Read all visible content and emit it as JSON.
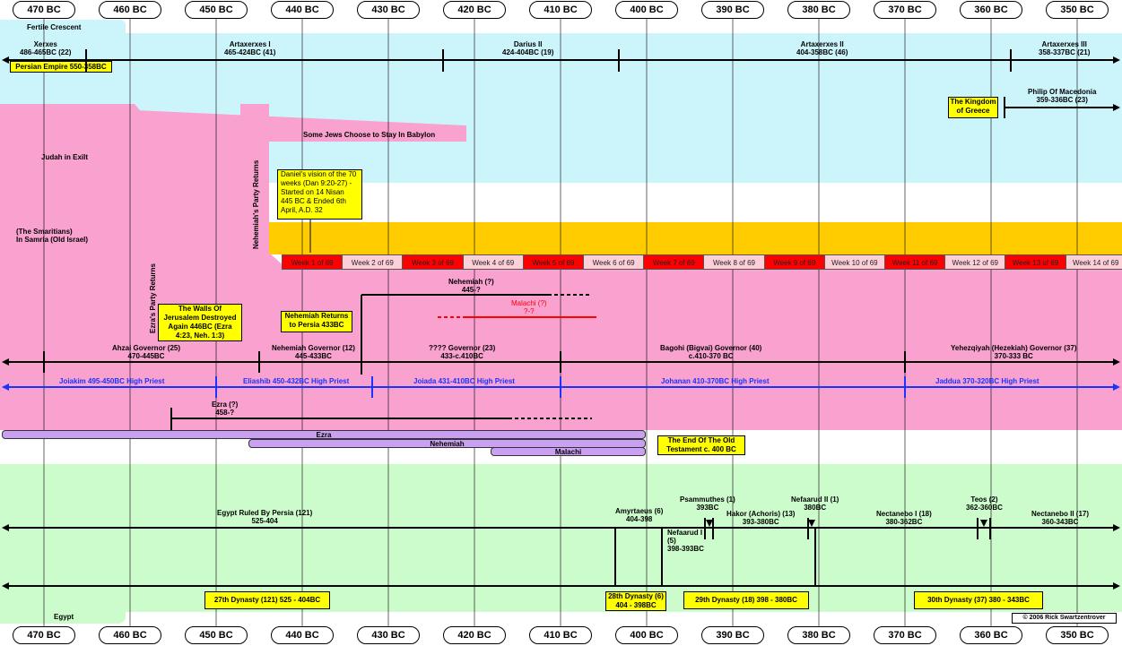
{
  "years": [
    "470 BC",
    "460 BC",
    "450 BC",
    "440 BC",
    "430 BC",
    "420 BC",
    "410 BC",
    "400 BC",
    "390 BC",
    "380 BC",
    "370 BC",
    "360 BC",
    "350 BC"
  ],
  "regions": {
    "fertile_crescent": "Fertile Crescent",
    "judah_exile": "Judah in Exilt",
    "samaritans": "(The Smaritians)\nIn Samria (Old Israel)",
    "egypt": "Egypt",
    "stay_babylon": "Some Jews Choose to Stay In Babylon",
    "nehemiah_party": "Nehemiah's Party Returns",
    "ezra_party": "Ezra's Party Returns"
  },
  "persian_kings": [
    {
      "name": "Xerxes",
      "dates": "486-465BC (22)"
    },
    {
      "name": "Artaxerxes I",
      "dates": "465-424BC (41)"
    },
    {
      "name": "Darius II",
      "dates": "424-404BC (19)"
    },
    {
      "name": "Artaxerxes II",
      "dates": "404-358BC (46)"
    },
    {
      "name": "Artaxerxes III",
      "dates": "358-337BC (21)"
    }
  ],
  "persian_empire": "Persian Empire 550-358BC",
  "greece": {
    "box": "The Kingdom\nof Greece",
    "name": "Philip Of Macedonia",
    "dates": "359-336BC (23)"
  },
  "daniel_note": "Daniel's vision of the 70\nweeks (Dan 9:20-27) -\nStarted on 14 Nisan\n445 BC & Ended 6th\nApril, A.D. 32",
  "weeks": [
    "Week 1 of 69",
    "Week 2 of 69",
    "Week 3 of 69",
    "Week 4 of 69",
    "Week 5 of 69",
    "Week 6 of 69",
    "Week 7 of 69",
    "Week 8 of 69",
    "Week 9 of 69",
    "Week 10 of 69",
    "Week 11 of 69",
    "Week 12 of 69",
    "Week 13 of 69",
    "Week 14 of 69"
  ],
  "walls_note": "The Walls Of\nJerusalem Destroyed\nAgain 446BC (Ezra\n4:23, Neh. 1:3)",
  "nehemiah_return_note": "Nehemiah Returns\nto Persia 433BC",
  "nehemiah_late": {
    "name": "Nehemiah (?)",
    "dates": "445-?"
  },
  "malachi_line": {
    "name": "Malachi (?)",
    "dates": "?-?"
  },
  "governors": [
    {
      "name": "Ahzai Governor (25)",
      "dates": "470-445BC"
    },
    {
      "name": "Nehemiah Governor (12)",
      "dates": "445-433BC"
    },
    {
      "name": "????  Governor (23)",
      "dates": "433-c.410BC"
    },
    {
      "name": "Bagohi (Bigvai) Governor (40)",
      "dates": "c.410-370 BC"
    },
    {
      "name": "Yehezqiyah (Hezekiah) Governor (37)",
      "dates": "370-333 BC"
    }
  ],
  "priests": [
    "Joiakim 495-450BC High Priest",
    "Eliashib 450-432BC  High Priest",
    "Joiada 431-410BC High Priest",
    "Johanan 410-370BC High Priest",
    "Jaddua 370-320BC High Priest"
  ],
  "ezra_line": {
    "name": "Ezra (?)",
    "dates": "458-?"
  },
  "prophet_bars": [
    "Ezra",
    "Nehemiah",
    "Malachi"
  ],
  "ot_end": "The End Of The Old\nTestament c. 400 BC",
  "egypt_rulers": [
    {
      "name": "Egypt Ruled By Persia (121)",
      "dates": "525-404"
    },
    {
      "name": "Amyrtaeus  (6)",
      "dates": "404-398"
    },
    {
      "name": "Nefaarud I\n(5)\n398-393BC",
      "dates": ""
    },
    {
      "name": "Psammuthes (1)",
      "dates": "393BC"
    },
    {
      "name": "Hakor (Achoris) (13)",
      "dates": "393-380BC"
    },
    {
      "name": "Nefaarud II (1)",
      "dates": "380BC"
    },
    {
      "name": "Nectanebo I (18)",
      "dates": "380-362BC"
    },
    {
      "name": "Teos (2)",
      "dates": "362-360BC"
    },
    {
      "name": "Nectanebo II (17)",
      "dates": "360-343BC"
    }
  ],
  "dynasties": [
    "27th Dynasty (121) 525 - 404BC",
    "28th Dynasty (6)\n404 - 398BC",
    "29th Dynasty (18) 398 - 380BC",
    "30th Dynasty (37) 380 - 343BC"
  ],
  "copyright": "© 2006 Rick Swartzentrover",
  "colors": {
    "persia": "#ccf5fb",
    "judah": "#f9a1cf",
    "samaria": "#ffcc00",
    "egypt": "#ccfccc",
    "week_red": "#ff0000",
    "week_pink": "#fcd0d6",
    "priest": "#1a33ff",
    "malachi": "#ff0000"
  }
}
